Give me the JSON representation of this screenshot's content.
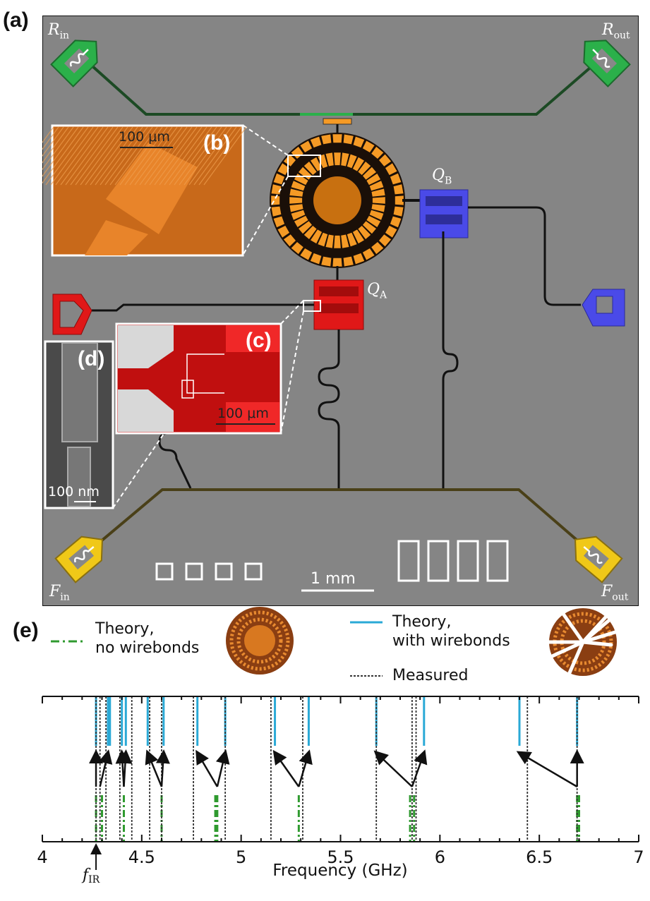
{
  "panels": {
    "a": "(a)",
    "b": "(b)",
    "c": "(c)",
    "d": "(d)",
    "e": "(e)"
  },
  "ports": {
    "r_in": {
      "main": "R",
      "sub": "in"
    },
    "r_out": {
      "main": "R",
      "sub": "out"
    },
    "f_in": {
      "main": "F",
      "sub": "in"
    },
    "f_out": {
      "main": "F",
      "sub": "out"
    },
    "q_a": {
      "main": "Q",
      "sub": "A"
    },
    "q_b": {
      "main": "Q",
      "sub": "B"
    }
  },
  "scale_bars": {
    "chip": "1 mm",
    "inset_b": "100 μm",
    "inset_c": "100 μm",
    "inset_d": "100 nm"
  },
  "colors": {
    "chip_bg": "#858585",
    "readout_green": "#1f9e3c",
    "qubit_a_red": "#e01818",
    "qubit_b_blue": "#4a4ae0",
    "flux_yellow": "#f0c818",
    "resonator_orange": "#f59a25",
    "theory_wirebonds": "#2aa9d6",
    "theory_no_wirebonds": "#2f9a2f",
    "measured": "#333333"
  },
  "legend": {
    "no_wirebonds": [
      "Theory,",
      "no wirebonds"
    ],
    "with_wirebonds": [
      "Theory,",
      "with wirebonds"
    ],
    "measured": "Measured"
  },
  "chart_data": {
    "type": "spectral-lines",
    "xlabel": "Frequency (GHz)",
    "xlim": [
      4,
      7
    ],
    "xticks": [
      4,
      4.5,
      5,
      5.5,
      6,
      6.5,
      7
    ],
    "xtick_labels": [
      "4",
      "4.5",
      "5",
      "5.5",
      "6",
      "6.5",
      "7"
    ],
    "minor_tick_step": 0.1,
    "annotation": {
      "text_main": "f",
      "text_sub": "IR",
      "x": 4.27
    },
    "series": [
      {
        "name": "Theory, with wirebonds",
        "style": "solid",
        "color": "#2aa9d6",
        "values": [
          4.27,
          4.33,
          4.34,
          4.4,
          4.42,
          4.53,
          4.61,
          4.78,
          4.92,
          5.17,
          5.34,
          5.68,
          5.92,
          6.4,
          6.69
        ]
      },
      {
        "name": "Theory, no wirebonds",
        "style": "dash-dot",
        "color": "#2f9a2f",
        "values": [
          4.27,
          4.3,
          4.41,
          4.6,
          4.87,
          4.88,
          5.29,
          5.85,
          5.87,
          6.69,
          6.7
        ]
      },
      {
        "name": "Measured",
        "style": "dotted",
        "color": "#333333",
        "values": [
          4.27,
          4.29,
          4.32,
          4.39,
          4.45,
          4.54,
          4.6,
          4.76,
          4.92,
          5.15,
          5.31,
          5.68,
          5.86,
          5.88,
          6.44,
          6.69
        ]
      }
    ],
    "arrows": [
      {
        "from": 4.27,
        "to": 4.27
      },
      {
        "from": 4.29,
        "to": 4.33
      },
      {
        "from": 4.41,
        "to": 4.4
      },
      {
        "from": 4.41,
        "to": 4.42
      },
      {
        "from": 4.6,
        "to": 4.53
      },
      {
        "from": 4.6,
        "to": 4.61
      },
      {
        "from": 4.88,
        "to": 4.78
      },
      {
        "from": 4.88,
        "to": 4.92
      },
      {
        "from": 5.29,
        "to": 5.17
      },
      {
        "from": 5.29,
        "to": 5.34
      },
      {
        "from": 5.86,
        "to": 5.68
      },
      {
        "from": 5.86,
        "to": 5.92
      },
      {
        "from": 6.69,
        "to": 6.4
      },
      {
        "from": 6.69,
        "to": 6.69
      }
    ]
  }
}
